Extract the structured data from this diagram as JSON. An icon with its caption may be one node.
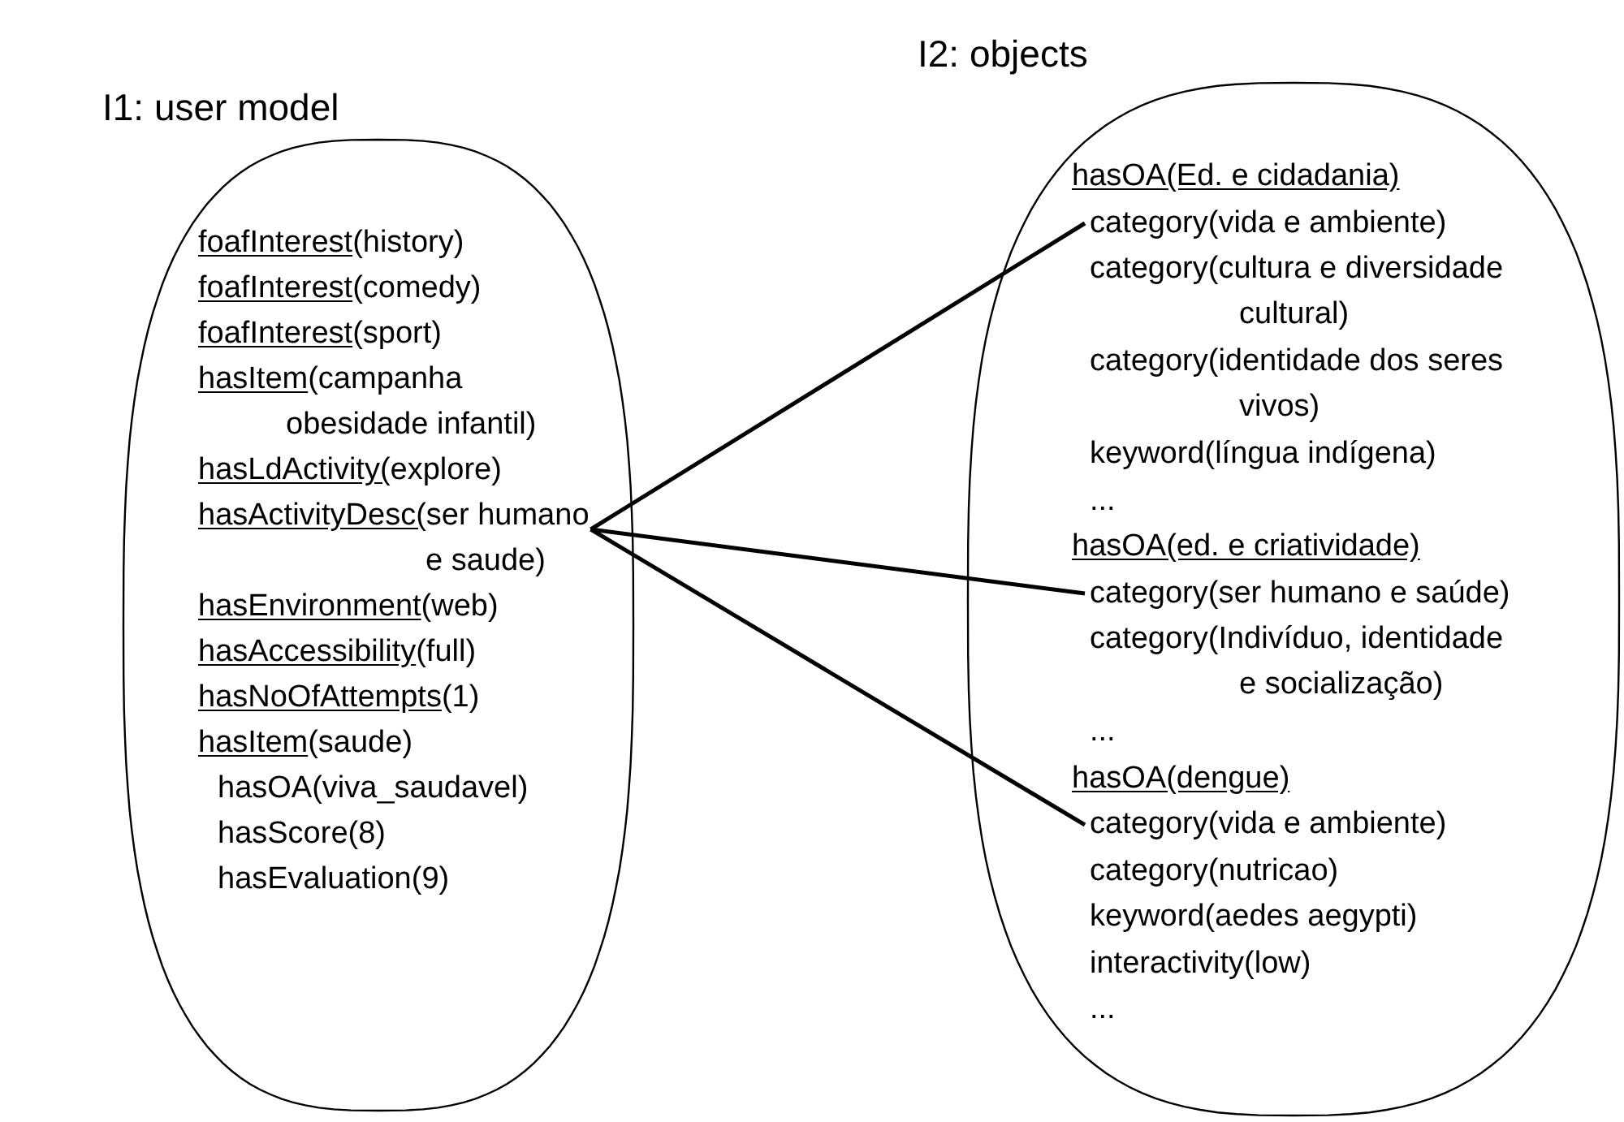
{
  "diagram": {
    "nodes": [
      {
        "text": [
          "I1: user model"
        ]
      },
      {
        "text": [
          "foafInterest(history)"
        ],
        "in": 0
      },
      {
        "text": [
          "foafInterest(comedy)"
        ],
        "in": 0
      },
      {
        "text": [
          "foafInterest(sport)"
        ],
        "in": 0
      },
      {
        "text": [
          "hasItem(campanha obesidade infantil)"
        ],
        "in": 0
      },
      {
        "text": [
          "hasLdActivity(explore)"
        ],
        "in": 0
      },
      {
        "text": [
          "hasActivityDesc(ser humano e saude)"
        ],
        "in": 0
      },
      {
        "text": [
          "hasEnvironment(web)"
        ],
        "in": 0
      },
      {
        "text": [
          "hasAccessibility(full)"
        ],
        "in": 0
      },
      {
        "text": [
          "hasNoOfAttempts(1)"
        ],
        "in": 0
      },
      {
        "text": [
          "hasItem(saude)"
        ],
        "in": 0
      },
      {
        "text": [
          "hasOA(viva_saudavel)"
        ],
        "in": 0
      },
      {
        "text": [
          "hasScore(8)"
        ],
        "in": 0
      },
      {
        "text": [
          "hasEvaluation(9)"
        ],
        "in": 0
      },
      {
        "text": [
          "I2: objects"
        ]
      },
      {
        "text": [
          "hasOA(Ed. e cidadania)"
        ],
        "in": 14
      },
      {
        "text": [
          "category(vida e ambiente)"
        ],
        "in": 14
      },
      {
        "text": [
          "category(cultura e diversidade cultural)"
        ],
        "in": 14
      },
      {
        "text": [
          "category(identidade dos seres vivos)"
        ],
        "in": 14
      },
      {
        "text": [
          "keyword(língua indígena)"
        ],
        "in": 14
      },
      {
        "text": [
          "..."
        ],
        "in": 14
      },
      {
        "text": [
          "hasOA(ed. e criatividade)"
        ],
        "in": 14
      },
      {
        "text": [
          "category(ser humano e saúde)"
        ],
        "in": 14
      },
      {
        "text": [
          "category(Indivíduo, identidade e socialização)"
        ],
        "in": 14
      },
      {
        "text": [
          "..."
        ],
        "in": 14
      },
      {
        "text": [
          "hasOA(dengue)"
        ],
        "in": 14
      },
      {
        "text": [
          "category(vida e ambiente)"
        ],
        "in": 14
      },
      {
        "text": [
          "category(nutricao)"
        ],
        "in": 14
      },
      {
        "text": [
          "keyword(aedes aegypti)"
        ],
        "in": 14
      },
      {
        "text": [
          "interactivity(low)"
        ],
        "in": 14
      },
      {
        "text": [
          "..."
        ],
        "in": 14
      }
    ],
    "edges": [
      {
        "from": 6,
        "to": 16,
        "arrow": "none"
      },
      {
        "from": 6,
        "to": 22,
        "arrow": "none"
      },
      {
        "from": 6,
        "to": 26,
        "arrow": "none"
      }
    ]
  }
}
